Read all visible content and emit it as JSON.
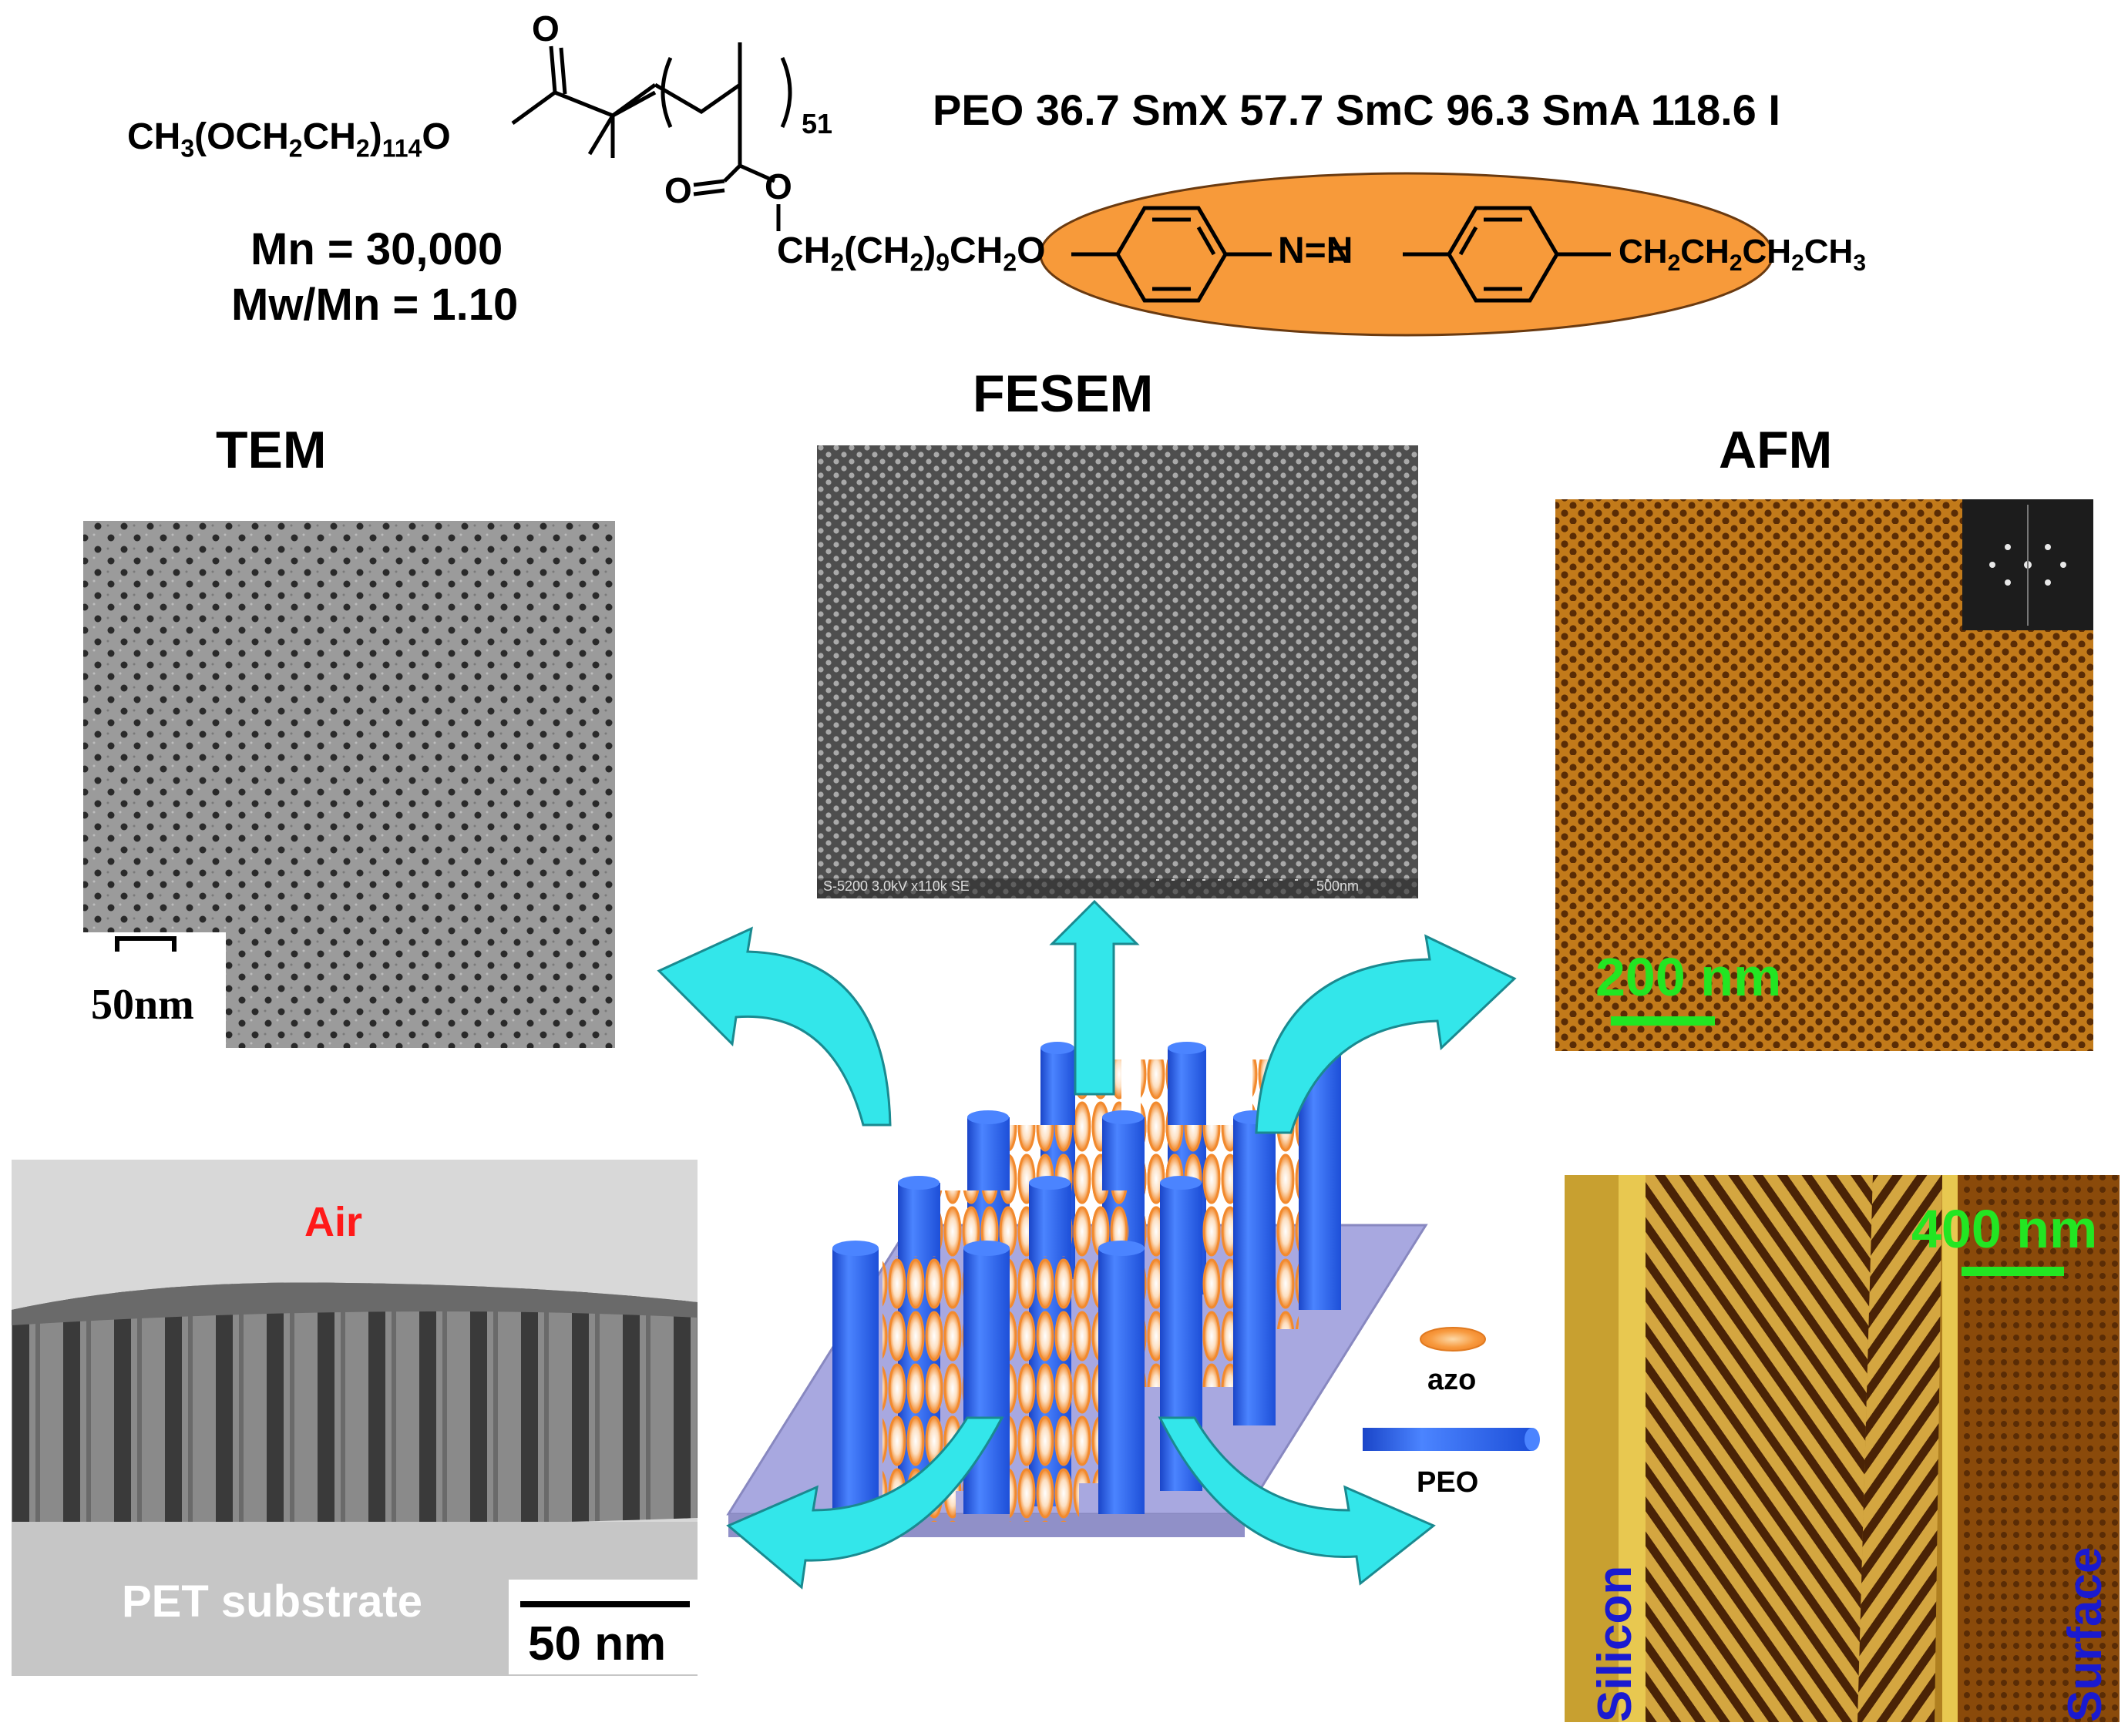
{
  "structure": {
    "peo_block": "CH3(OCH2CH2)114O",
    "repeat_subscript": "51",
    "spacer": "CH2(CH2)9CH2O",
    "azo_linkage": "N=N",
    "tail": "CH2CH2CH2CH3",
    "carbonyl_o_top": "O",
    "carbonyl_o_side": "O",
    "ester_o": "O",
    "mn": "Mn = 30,000",
    "pdi": "Mw/Mn = 1.10",
    "phase_sequence": "PEO 36.7 SmX 57.7 SmC 96.3 SmA 118.6 I"
  },
  "panels": {
    "tem": {
      "title": "TEM",
      "scale": "50nm"
    },
    "fesem": {
      "title": "FESEM",
      "footer_left": "S-5200 3.0kV x110k SE",
      "footer_right": "500nm"
    },
    "afm": {
      "title": "AFM",
      "scale": "200 nm"
    },
    "cross_section": {
      "top_label": "Air",
      "bottom_label": "PET substrate",
      "scale": "50 nm"
    },
    "afm_edge": {
      "scale": "400 nm",
      "left_label": "Silicon",
      "right_label": "Surface"
    }
  },
  "legend": {
    "azo": "azo",
    "peo": "PEO"
  },
  "colors": {
    "azo_orange": "#f79a3a",
    "peo_blue": "#2a62f0",
    "arrow_cyan": "#33e6ea",
    "substrate": "#a8a8e0",
    "scale_green": "#22e622",
    "label_red": "#ff1a1a",
    "label_blue": "#1a1ad0",
    "afm_brown": "#b96a10"
  }
}
